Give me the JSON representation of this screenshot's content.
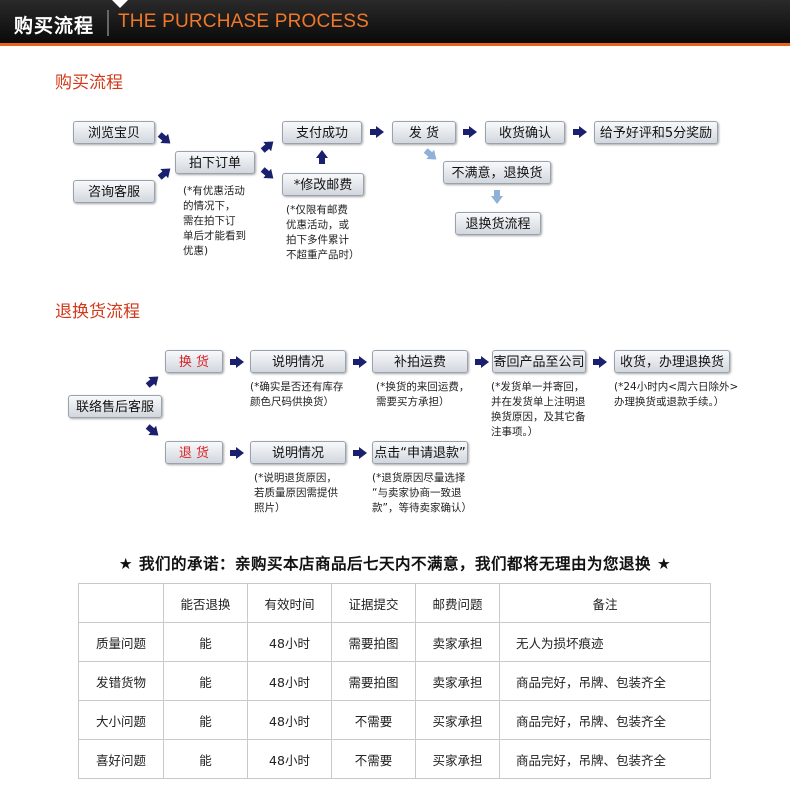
{
  "header": {
    "title_cn": "购买流程",
    "title_en": "THE PURCHASE PROCESS"
  },
  "purchase": {
    "title": "购买流程",
    "browse": "浏览宝贝",
    "consult": "咨询客服",
    "order": "拍下订单",
    "order_note": [
      "(*有优惠活动",
      "的情况下，",
      "需在拍下订",
      "单后才能看到",
      "优惠)"
    ],
    "pay": "支付成功",
    "modify": "*修改邮费",
    "modify_note": [
      "(*仅限有邮费",
      "优惠活动，或",
      "拍下多件累计",
      "不超重产品时）"
    ],
    "ship": "发  货",
    "confirm": "收货确认",
    "review": "给予好评和5分奖励",
    "unsatisfied": "不满意，退换货",
    "return_flow": "退换货流程"
  },
  "returns": {
    "title": "退换货流程",
    "contact": "联络售后客服",
    "exchange": "换  货",
    "refund": "退  货",
    "explain1": "说明情况",
    "explain1_note": [
      "(*确实是否还有库存",
      "颜色尺码供换货）"
    ],
    "shipping": "补拍运费",
    "shipping_note": [
      "(*换货的来回运费，",
      "需要买方承担）"
    ],
    "sendback": "寄回产品至公司",
    "sendback_note": [
      "(*发货单一并寄回，",
      "并在发货单上注明退",
      "换货原因，及其它备",
      "注事项。）"
    ],
    "finish": "收货，办理退换货",
    "finish_note": [
      "(*24小时内<周六日除外>",
      "办理换货或退款手续。）"
    ],
    "explain2": "说明情况",
    "explain2_note": [
      "(*说明退货原因，",
      "若质量原因需提供",
      "照片）"
    ],
    "click_refund": "点击“申请退款”",
    "click_refund_note": [
      "(*退货原因尽量选择",
      "“与卖家协商一致退",
      "款”，等待卖家确认）"
    ]
  },
  "promise": "★  我们的承诺：亲购买本店商品后七天内不满意，我们都将无理由为您退换  ★",
  "table": {
    "headers": [
      "",
      "能否退换",
      "有效时间",
      "证据提交",
      "邮费问题",
      "备注"
    ],
    "rows": [
      [
        "质量问题",
        "能",
        "48小时",
        "需要拍图",
        "卖家承担",
        "无人为损坏痕迹"
      ],
      [
        "发错货物",
        "能",
        "48小时",
        "需要拍图",
        "卖家承担",
        "商品完好，吊牌、包装齐全"
      ],
      [
        "大小问题",
        "能",
        "48小时",
        "不需要",
        "买家承担",
        "商品完好，吊牌、包装齐全"
      ],
      [
        "喜好问题",
        "能",
        "48小时",
        "不需要",
        "买家承担",
        "商品完好，吊牌、包装齐全"
      ]
    ]
  },
  "colors": {
    "accent": "#e8641a",
    "title_red": "#d03a1a",
    "arrow": "#1a1f6e",
    "button_red_text": "#d8242a"
  }
}
